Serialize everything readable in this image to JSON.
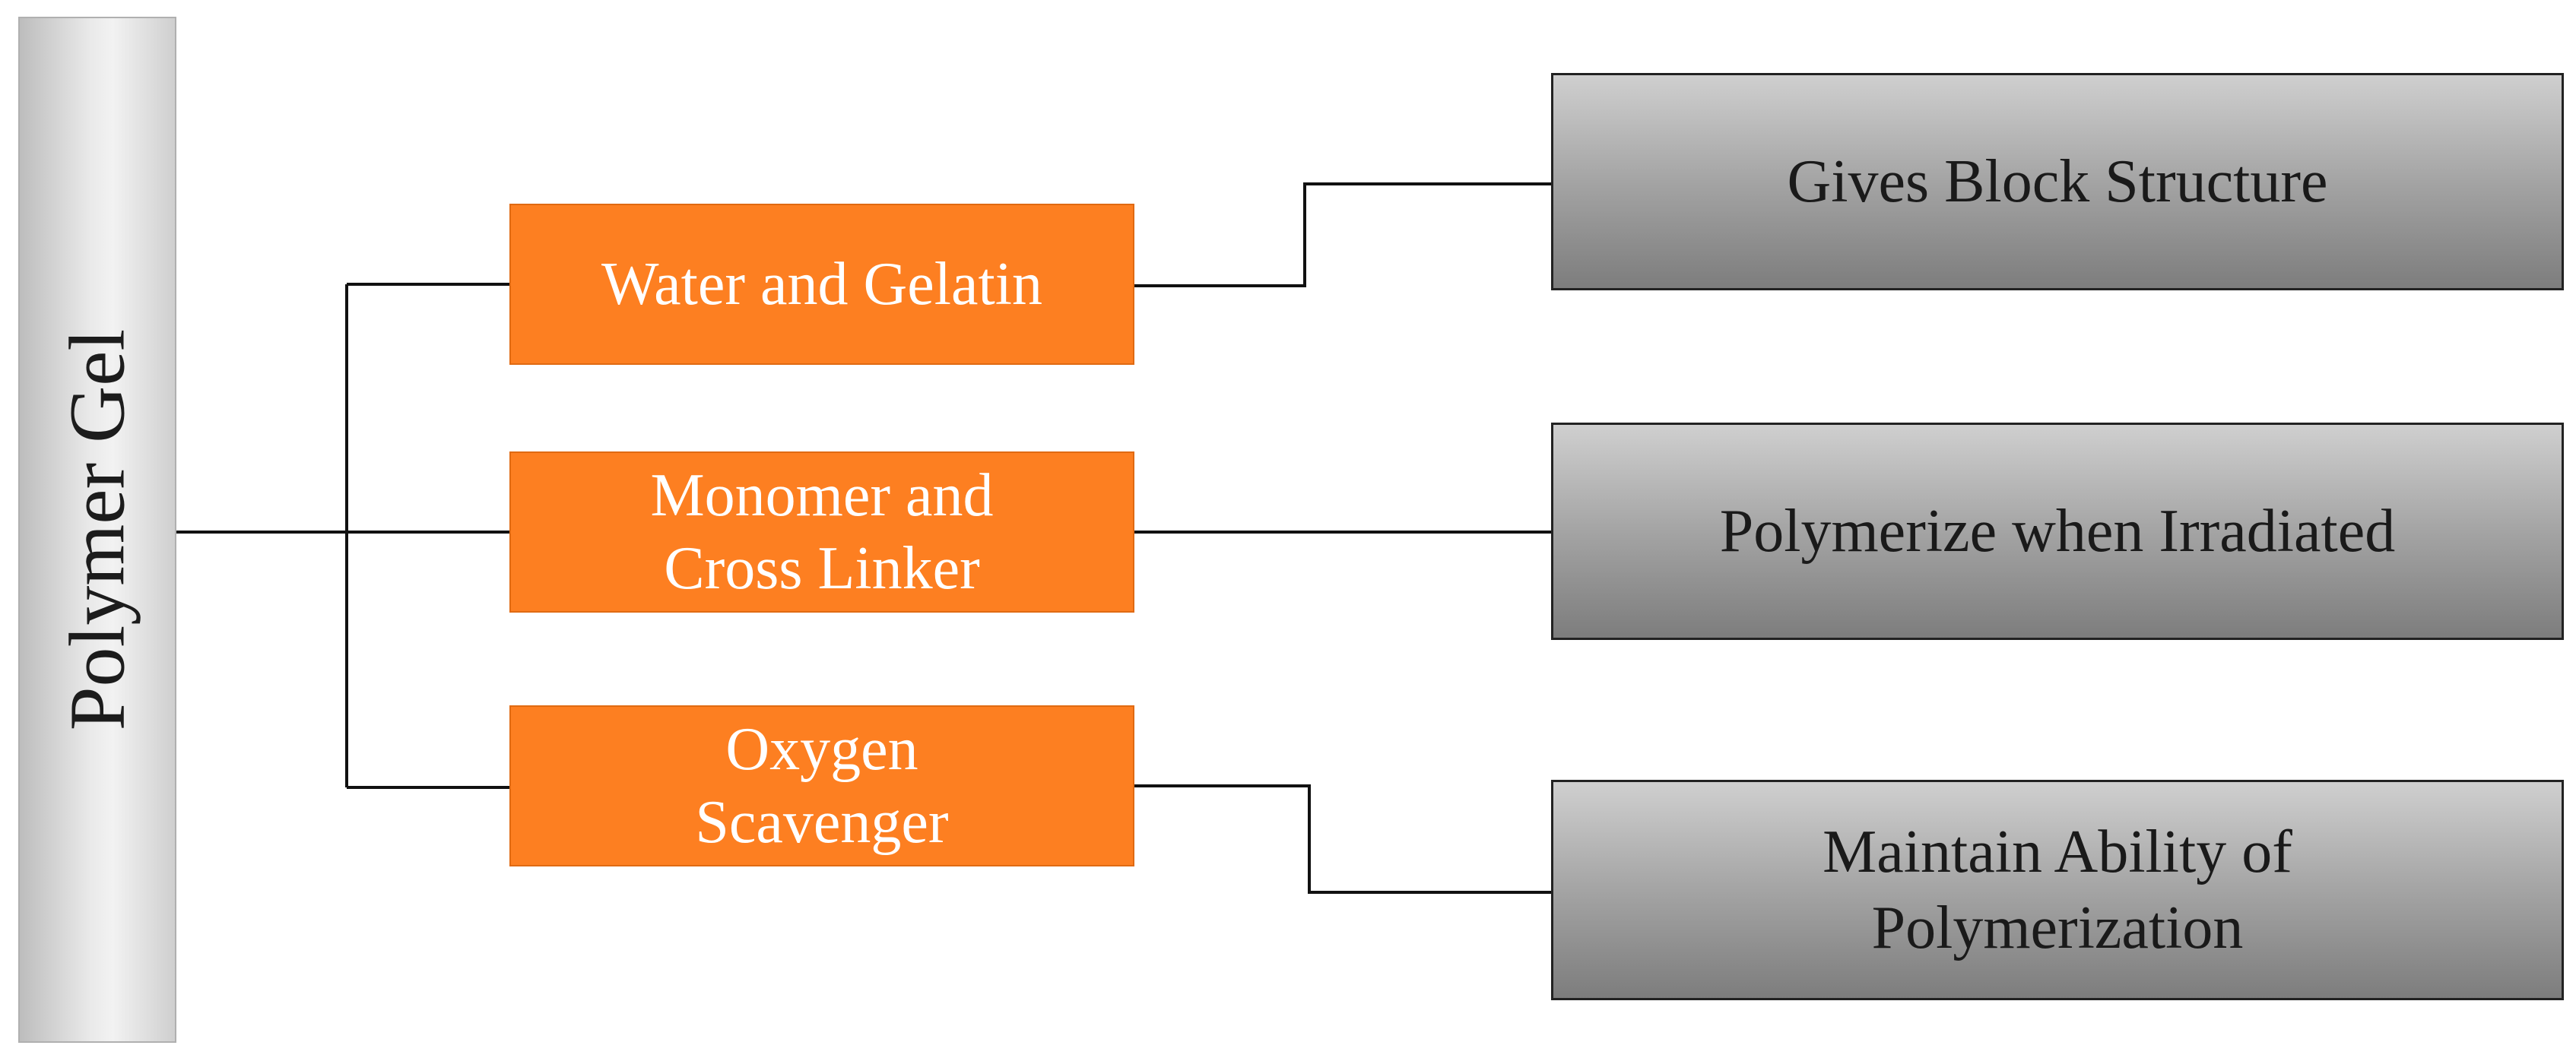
{
  "root": {
    "label": "Polymer Gel"
  },
  "components": [
    {
      "label": "Water and Gelatin",
      "function": "Gives Block Structure"
    },
    {
      "label": "Monomer and Cross Linker",
      "function": "Polymerize when Irradiated"
    },
    {
      "label": "Oxygen Scavenger",
      "function": "Maintain Ability of Polymerization"
    }
  ],
  "colors": {
    "component_fill": "#fd7f21",
    "component_text": "#ffffff",
    "function_fill_top": "#cfcfcf",
    "function_fill_bottom": "#7d7d7d",
    "connector": "#111111"
  }
}
